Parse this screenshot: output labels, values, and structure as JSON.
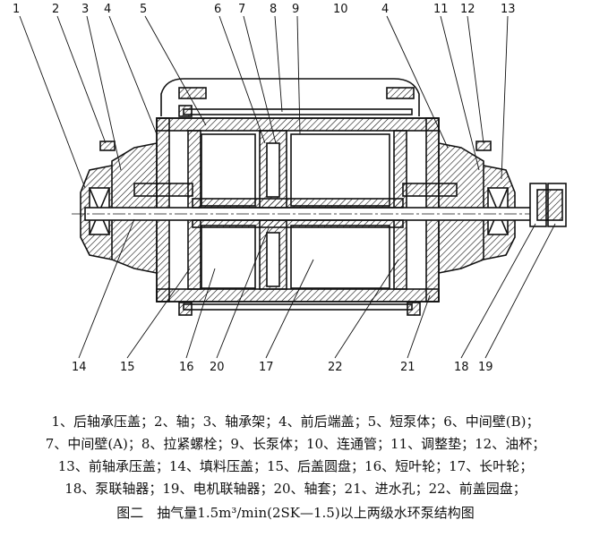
{
  "callouts_top": [
    "1",
    "2",
    "3",
    "4",
    "5",
    "6",
    "7",
    "8",
    "9",
    "10",
    "4",
    "11",
    "12",
    "13"
  ],
  "callouts_bottom": [
    "14",
    "15",
    "16",
    "20",
    "17",
    "22",
    "21",
    "18",
    "19"
  ],
  "legend": [
    "1、后轴承压盖；2、轴；3、轴承架；4、前后端盖；5、短泵体；6、中间壁(B)；",
    "7、中间壁(A)；8、拉紧螺栓；9、长泵体；10、连通管；11、调整垫；12、油杯；",
    "13、前轴承压盖；14、填料压盖；15、后盖圆盘；16、短叶轮；17、长叶轮；",
    "18、泵联轴器；19、电机联轴器；20、轴套；21、进水孔；22、前盖园盘；"
  ],
  "caption": "图二　抽气量1.5m³/min(2SK—1.5)以上两级水环泵结构图"
}
